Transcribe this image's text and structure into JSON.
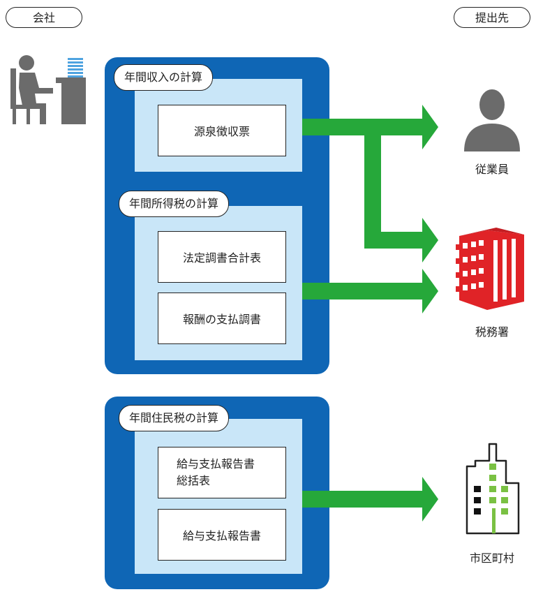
{
  "headers": {
    "left": "会社",
    "right": "提出先"
  },
  "groups": [
    {
      "label": "年間収入の計算",
      "docs": [
        "源泉徴収票"
      ]
    },
    {
      "label": "年間所得税の計算",
      "docs": [
        "法定調書合計表",
        "報酬の支払調書"
      ]
    },
    {
      "label": "年間住民税の計算",
      "docs": [
        [
          "給与支払報告書",
          "総括表"
        ],
        "給与支払報告書"
      ]
    }
  ],
  "destinations": {
    "employee": "従業員",
    "tax_office": "税務署",
    "municipality": "市区町村"
  },
  "colors": {
    "panel": "#0f66b5",
    "inner": "#c9e6f8",
    "arrow": "#26a83a",
    "building_red": "#e02327",
    "icon_gray": "#6b6b6b",
    "screen_blue": "#4fa3e0",
    "muni_green": "#7ac143"
  },
  "icons": {
    "company": "office-worker-icon",
    "employee": "person-icon",
    "tax_office": "red-building-icon",
    "municipality": "city-hall-building-icon"
  }
}
